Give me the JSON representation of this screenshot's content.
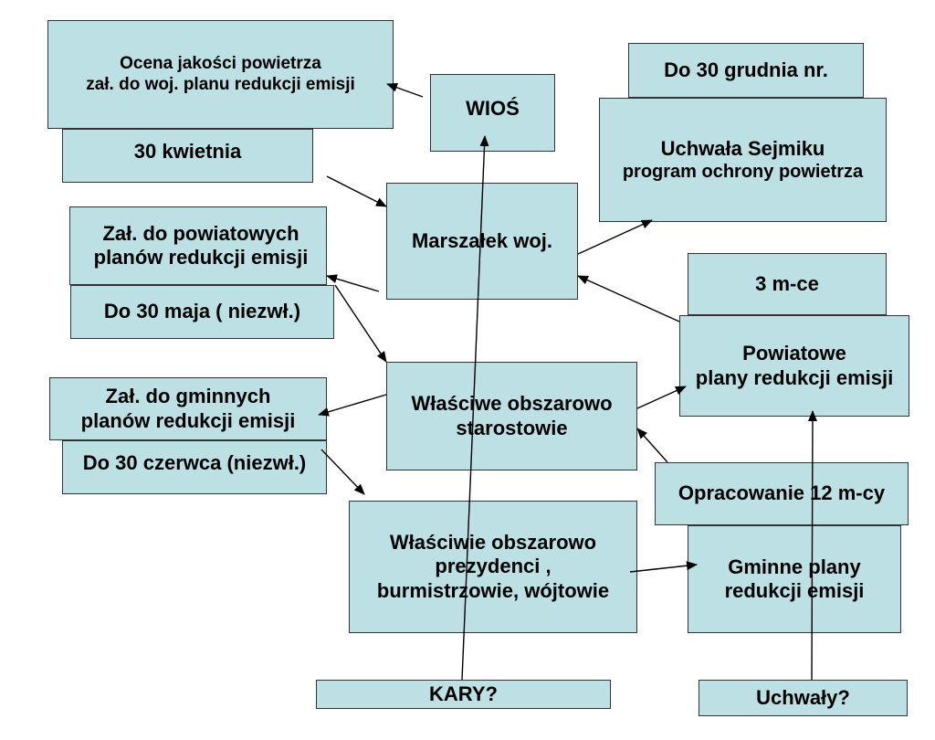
{
  "colors": {
    "box_fill": "#bde0e4",
    "stroke": "#000000"
  },
  "nodes": {
    "ocena": {
      "line1": "Ocena jakości powietrza",
      "line2": "zał. do woj. planu redukcji emisji"
    },
    "kwietnia": {
      "text": "30 kwietnia"
    },
    "wios": {
      "text": "WIOŚ"
    },
    "grudnia": {
      "text": "Do 30 grudnia nr."
    },
    "sejmik": {
      "line1": "Uchwała Sejmiku",
      "line2": "program ochrony powietrza"
    },
    "marszalek": {
      "text": "Marszałek woj."
    },
    "zal_powiat": {
      "line1": "Zał. do powiatowych",
      "line2": "planów redukcji emisji"
    },
    "maja": {
      "text": "Do 30 maja ( niezwł.)"
    },
    "mce": {
      "text": "3 m-ce"
    },
    "powiatowe": {
      "line1": "Powiatowe",
      "line2": "plany redukcji emisji"
    },
    "zal_gmin": {
      "line1": "Zał. do gminnych",
      "line2": "planów redukcji emisji"
    },
    "czerwca": {
      "text": "Do 30 czerwca (niezwł.)"
    },
    "starostowie": {
      "line1": "Właściwe obszarowo",
      "line2": "starostowie"
    },
    "opracowanie": {
      "text": "Opracowanie  12 m-cy"
    },
    "prezydenci": {
      "line1": "Właściwie obszarowo",
      "line2": "prezydenci ,",
      "line3": "burmistrzowie, wójtowie"
    },
    "gminne": {
      "line1": "Gminne plany",
      "line2": "redukcji emisji"
    },
    "kary": {
      "text": "KARY?"
    },
    "uchwaly": {
      "text": "Uchwały?"
    }
  }
}
